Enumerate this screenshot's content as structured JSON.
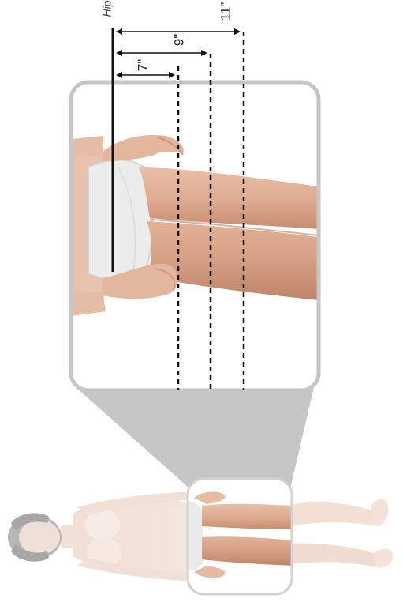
{
  "figure": {
    "hip_label": "Hip",
    "measurements": [
      {
        "label": "7\"",
        "inches": 7
      },
      {
        "label": "9\"",
        "inches": 9
      },
      {
        "label": "11\"",
        "inches": 11
      }
    ],
    "colors": {
      "skin": "#e4b39a",
      "skin_shadow": "#c98f74",
      "underwear": "#eeeeee",
      "hair": "#8a8a8a",
      "frame_border": "#c6c6c6",
      "callout_fill": "#c4c4c4",
      "lines": "#111111"
    }
  }
}
